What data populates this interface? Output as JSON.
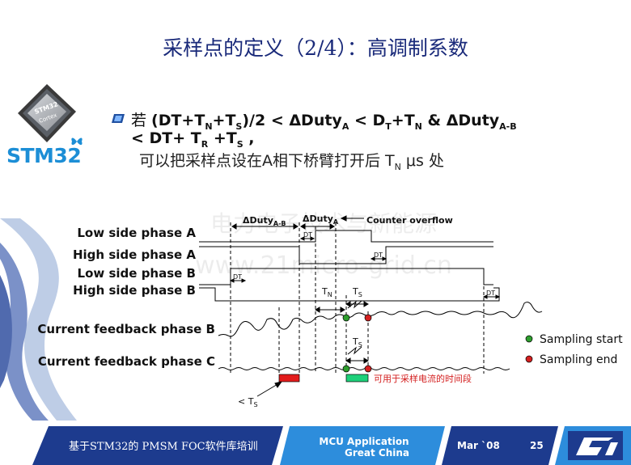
{
  "slide": {
    "title": "采样点的定义（2/4）：高调制系数",
    "bullet_prefix": "若",
    "condition_line1": [
      {
        "t": "(DT+T"
      },
      {
        "s": "N"
      },
      {
        "t": "+T"
      },
      {
        "s": "S"
      },
      {
        "t": ")/2 < ΔDuty"
      },
      {
        "s": "A"
      },
      {
        "t": " < D"
      },
      {
        "s": "T"
      },
      {
        "t": "+T"
      },
      {
        "s": "N"
      },
      {
        "t": " & ΔDuty"
      },
      {
        "s": "A-B"
      }
    ],
    "condition_line2": [
      {
        "t": "< DT+ T"
      },
      {
        "s": "R"
      },
      {
        "t": " +T"
      },
      {
        "s": "S"
      },
      {
        "t": " ,"
      }
    ],
    "bullet_line3": [
      {
        "t": "可以把采样点设在A相下桥臂打开后   T"
      },
      {
        "s": "N"
      },
      {
        "t": " μs   处"
      }
    ]
  },
  "logo": {
    "chip_label_1": "STM32",
    "chip_label_2": "Cortex",
    "brand": "STM32"
  },
  "diagram": {
    "signals": [
      "Low side phase A",
      "High side phase A",
      "Low side phase B",
      "High side phase B",
      "Current feedback phase B",
      "Current feedback phase C"
    ],
    "dim_labels": {
      "duty_ab": "ΔDuty",
      "duty_ab_sub": "A-B",
      "duty_a": "ΔDuty",
      "duty_a_sub": "A",
      "counter_overflow": "Counter overflow",
      "dt": "DT",
      "tn": "T",
      "tn_sub": "N",
      "ts": "T",
      "ts_sub": "S",
      "lt_ts": "< T",
      "lt_ts_sub": "S"
    },
    "legend": {
      "start": "Sampling start",
      "end": "Sampling end",
      "start_color": "#2e9e2e",
      "end_color": "#d42020"
    },
    "window_note": "可用于采样电流的时间段",
    "bar_colors": {
      "invalid": "#e31c1c",
      "valid": "#1ed07a"
    }
  },
  "watermark": {
    "line1": "电力电子技术与新能源",
    "line2": "www.21micro-grid.cn"
  },
  "footer": {
    "course": "基于STM32的 PMSM FOC软件库培训",
    "mcu_line1": "MCU Application",
    "mcu_line2": "Great China",
    "date": "Mar `08",
    "page": "25",
    "colors": {
      "dark": "#1d3b8e",
      "light": "#2d8ddc",
      "white": "#ffffff"
    }
  }
}
